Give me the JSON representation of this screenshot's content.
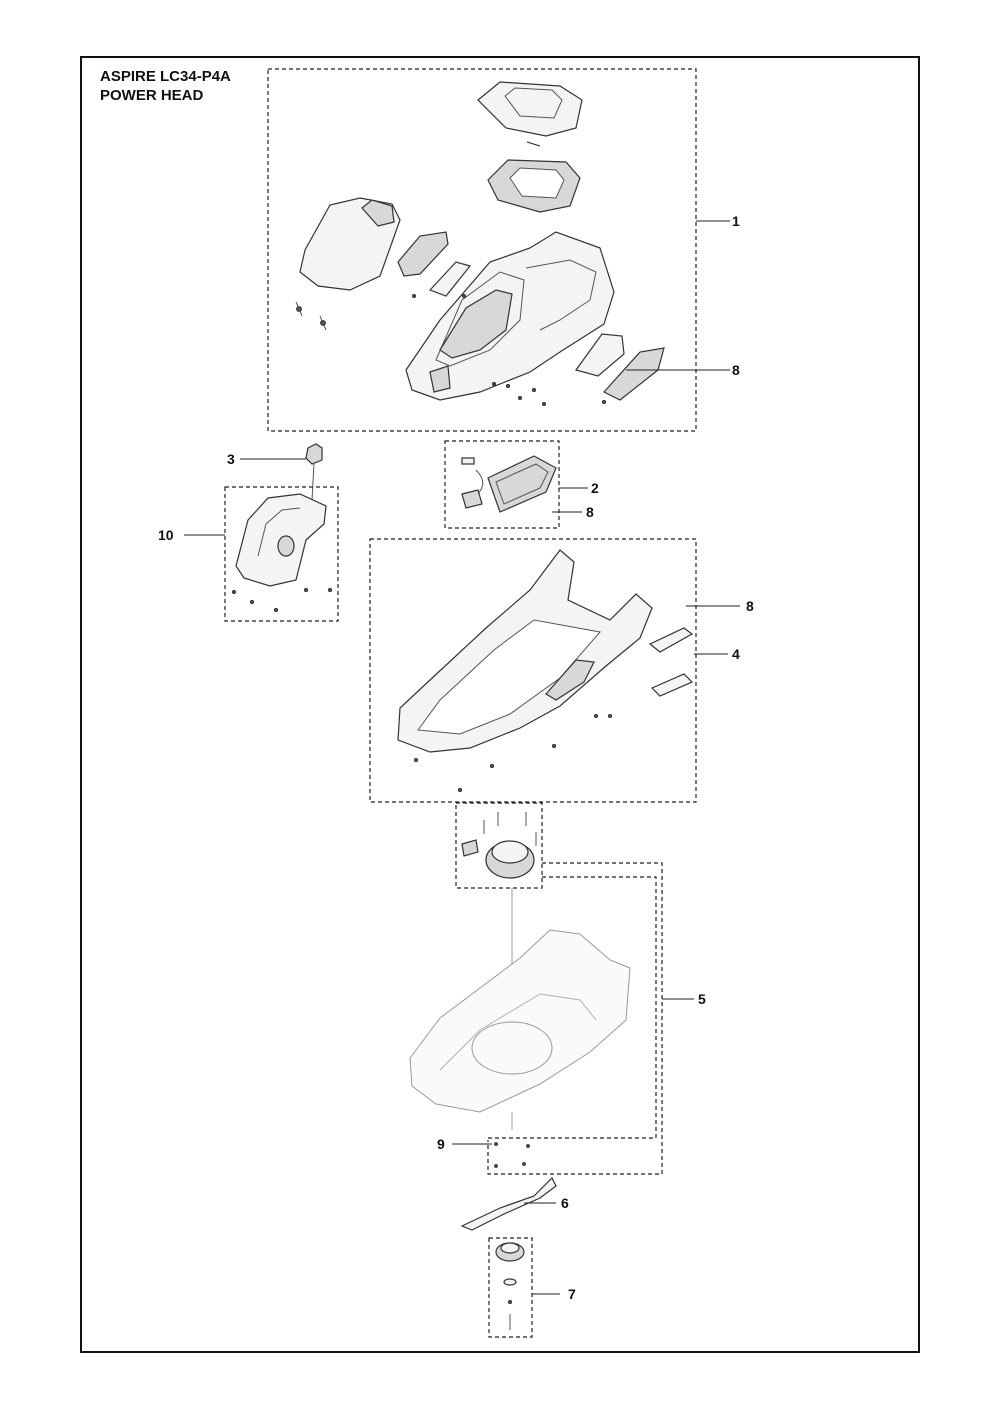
{
  "header": {
    "model": "ASPIRE LC34-P4A",
    "section": "POWER HEAD"
  },
  "callouts": [
    {
      "id": "c1",
      "label": "1"
    },
    {
      "id": "c8a",
      "label": "8"
    },
    {
      "id": "c3",
      "label": "3"
    },
    {
      "id": "c2",
      "label": "2"
    },
    {
      "id": "c8b",
      "label": "8"
    },
    {
      "id": "c10",
      "label": "10"
    },
    {
      "id": "c8c",
      "label": "8"
    },
    {
      "id": "c4",
      "label": "4"
    },
    {
      "id": "c5",
      "label": "5"
    },
    {
      "id": "c9",
      "label": "9"
    },
    {
      "id": "c6",
      "label": "6"
    },
    {
      "id": "c7",
      "label": "7"
    }
  ]
}
